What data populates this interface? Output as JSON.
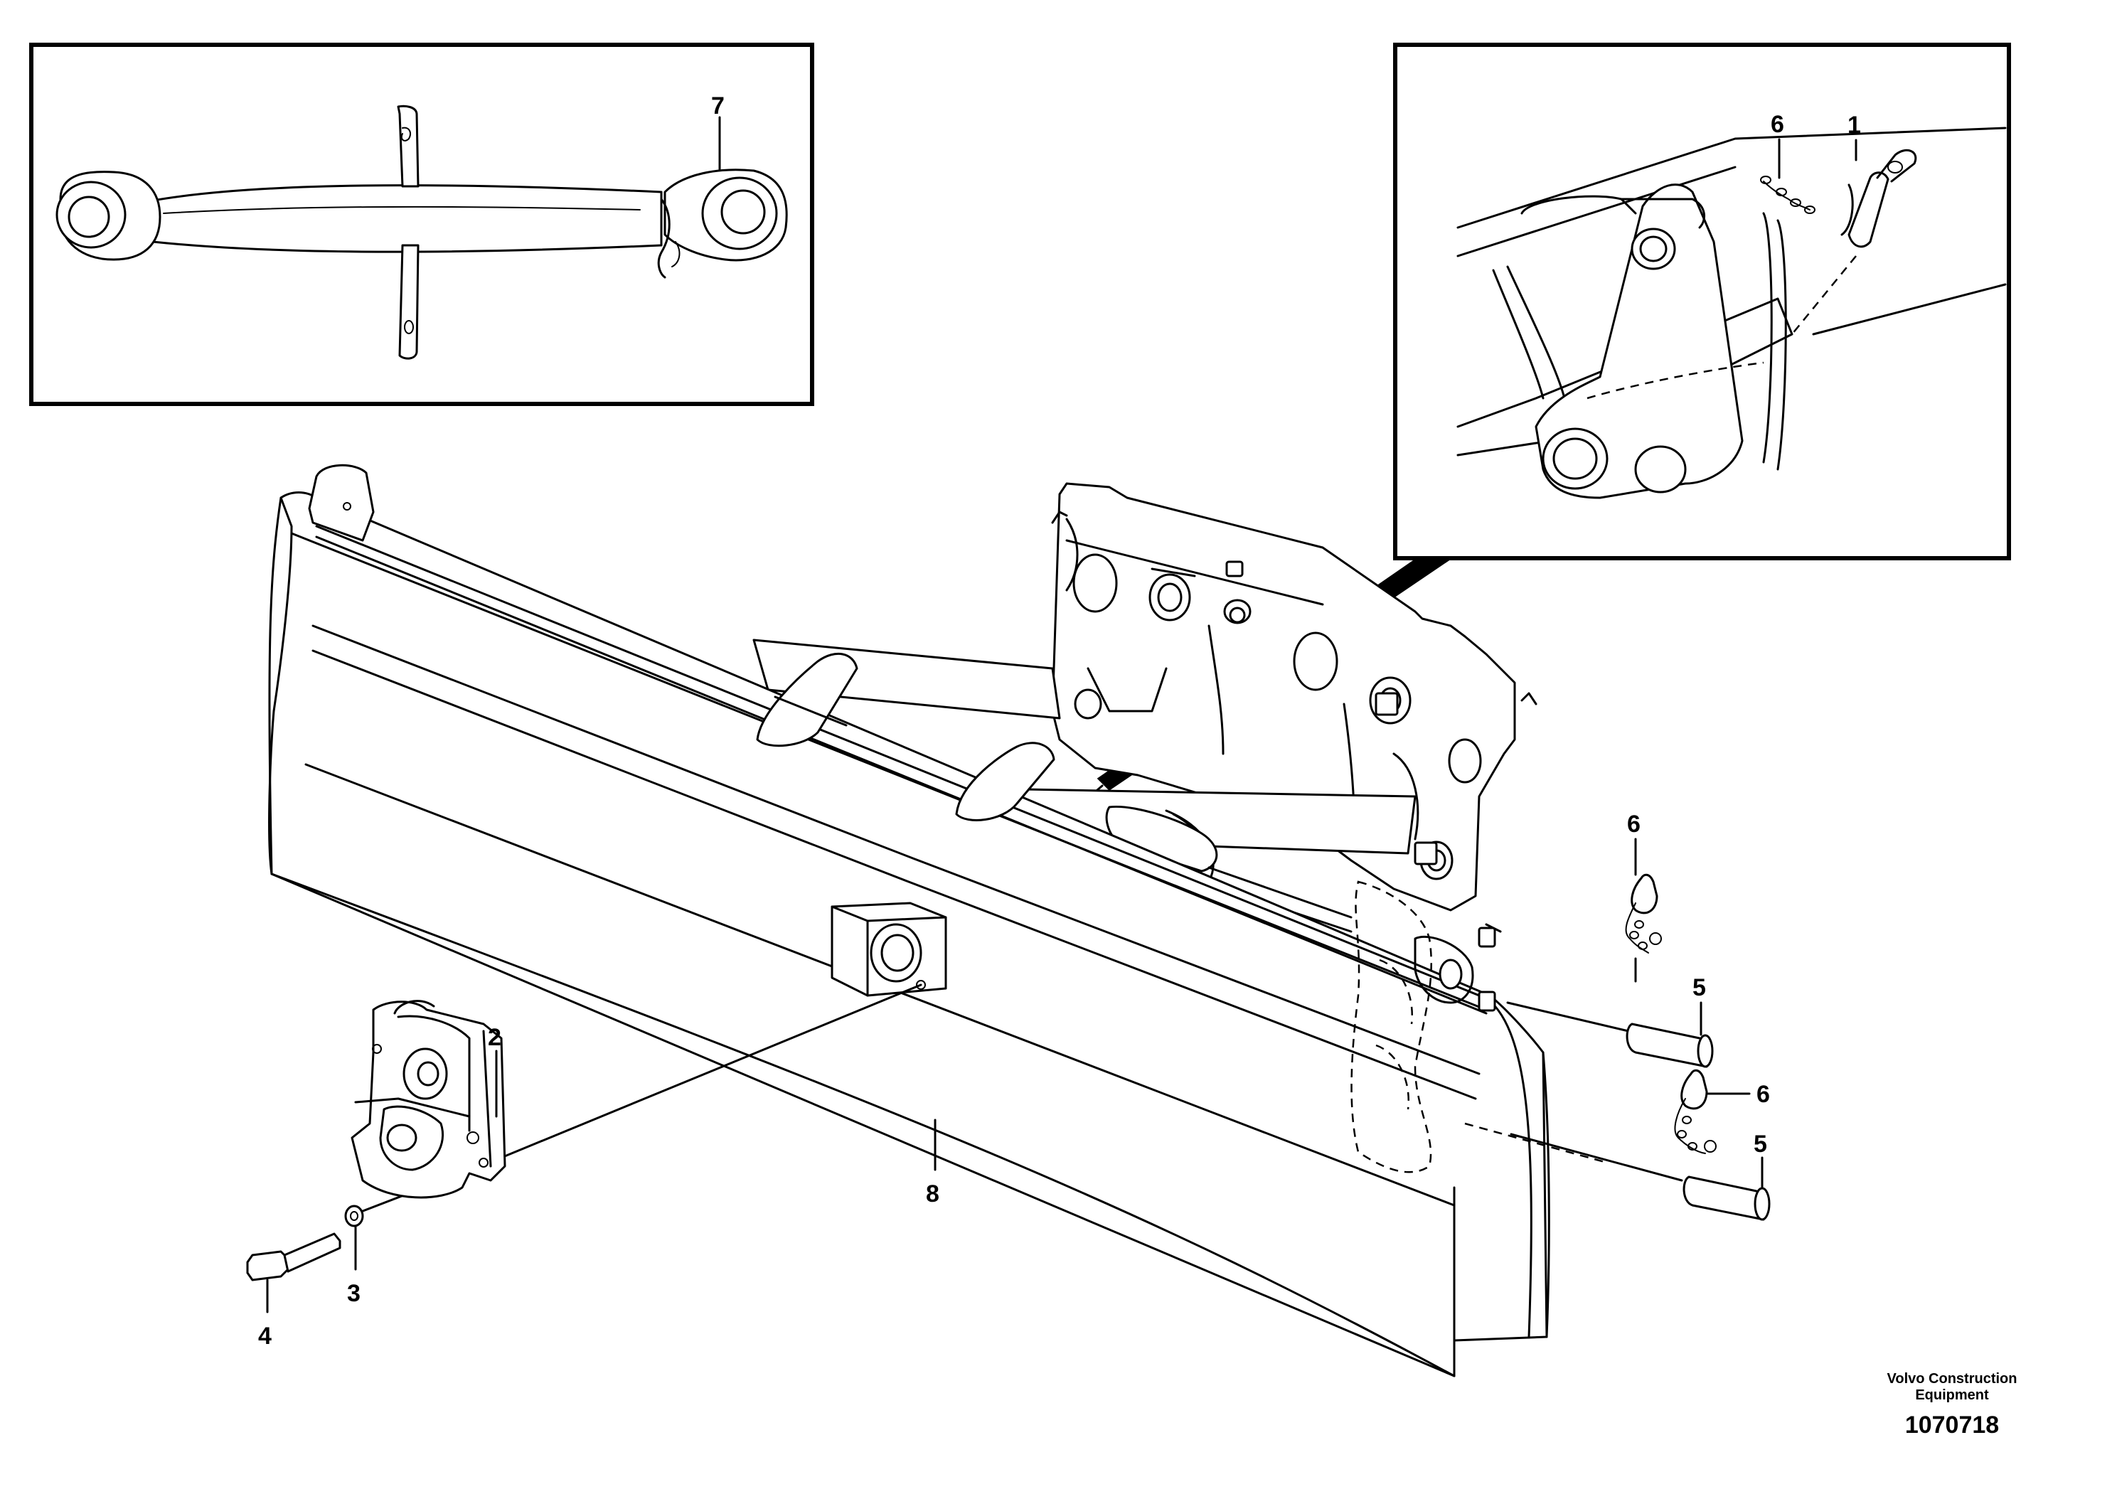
{
  "callouts": {
    "c1": "1",
    "c2": "2",
    "c3": "3",
    "c4": "4",
    "c5a": "5",
    "c5b": "5",
    "c6a": "6",
    "c6b": "6",
    "c6c": "6",
    "c7": "7",
    "c8": "8"
  },
  "footer": {
    "brand_line1": "Volvo Construction",
    "brand_line2": "Equipment",
    "doc_number": "1070718"
  }
}
